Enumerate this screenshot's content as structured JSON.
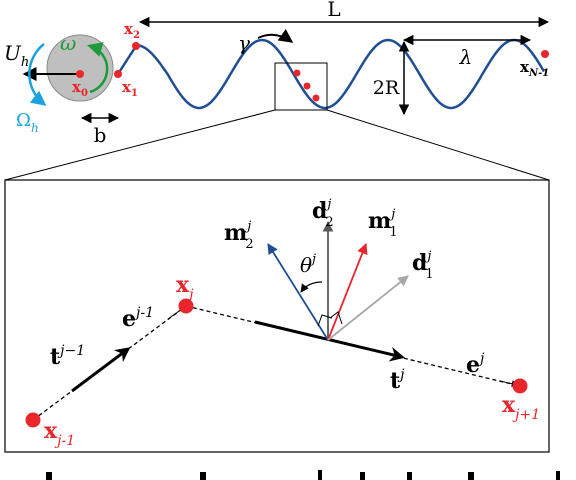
{
  "colors": {
    "wave": "#1f4e96",
    "head": "#bfbfbf",
    "red": "#e8262b",
    "cyan": "#1aa3e0",
    "green": "#1e9a3a",
    "blue_arrow": "#1f4e96",
    "gray_dark": "#5a5a5a",
    "gray_light": "#a8a8a8"
  },
  "top": {
    "L": "L",
    "lambda": "λ",
    "twoR": "2R",
    "gamma": "γ",
    "b": "b",
    "U": "U",
    "U_sub": "h",
    "Omega": "Ω",
    "Omega_sub": "h",
    "omega": "ω",
    "x0": "x",
    "x0_sub": "0",
    "x1": "x",
    "x1_sub": "1",
    "x2": "x",
    "x2_sub": "2",
    "xN": "x",
    "xN_sub": "N-1"
  },
  "inset": {
    "x_jm1": "x",
    "x_jm1_sub": "j-1",
    "x_j": "x",
    "x_j_sub": "j",
    "x_jp1": "x",
    "x_jp1_sub": "j+1",
    "e_jm1": "e",
    "e_jm1_sup": "j-1",
    "e_j": "e",
    "e_j_sup": "j",
    "t_jm1": "t",
    "t_jm1_sup": "j−1",
    "t_j": "t",
    "t_j_sup": "j",
    "m2": "m",
    "m2_sup": "j",
    "m2_sub": "2",
    "m1": "m",
    "m1_sup": "j",
    "m1_sub": "1",
    "d2": "d",
    "d2_sup": "j",
    "d2_sub": "2",
    "d1": "d",
    "d1_sup": "j",
    "d1_sub": "1",
    "theta": "θ",
    "theta_sup": "j"
  }
}
